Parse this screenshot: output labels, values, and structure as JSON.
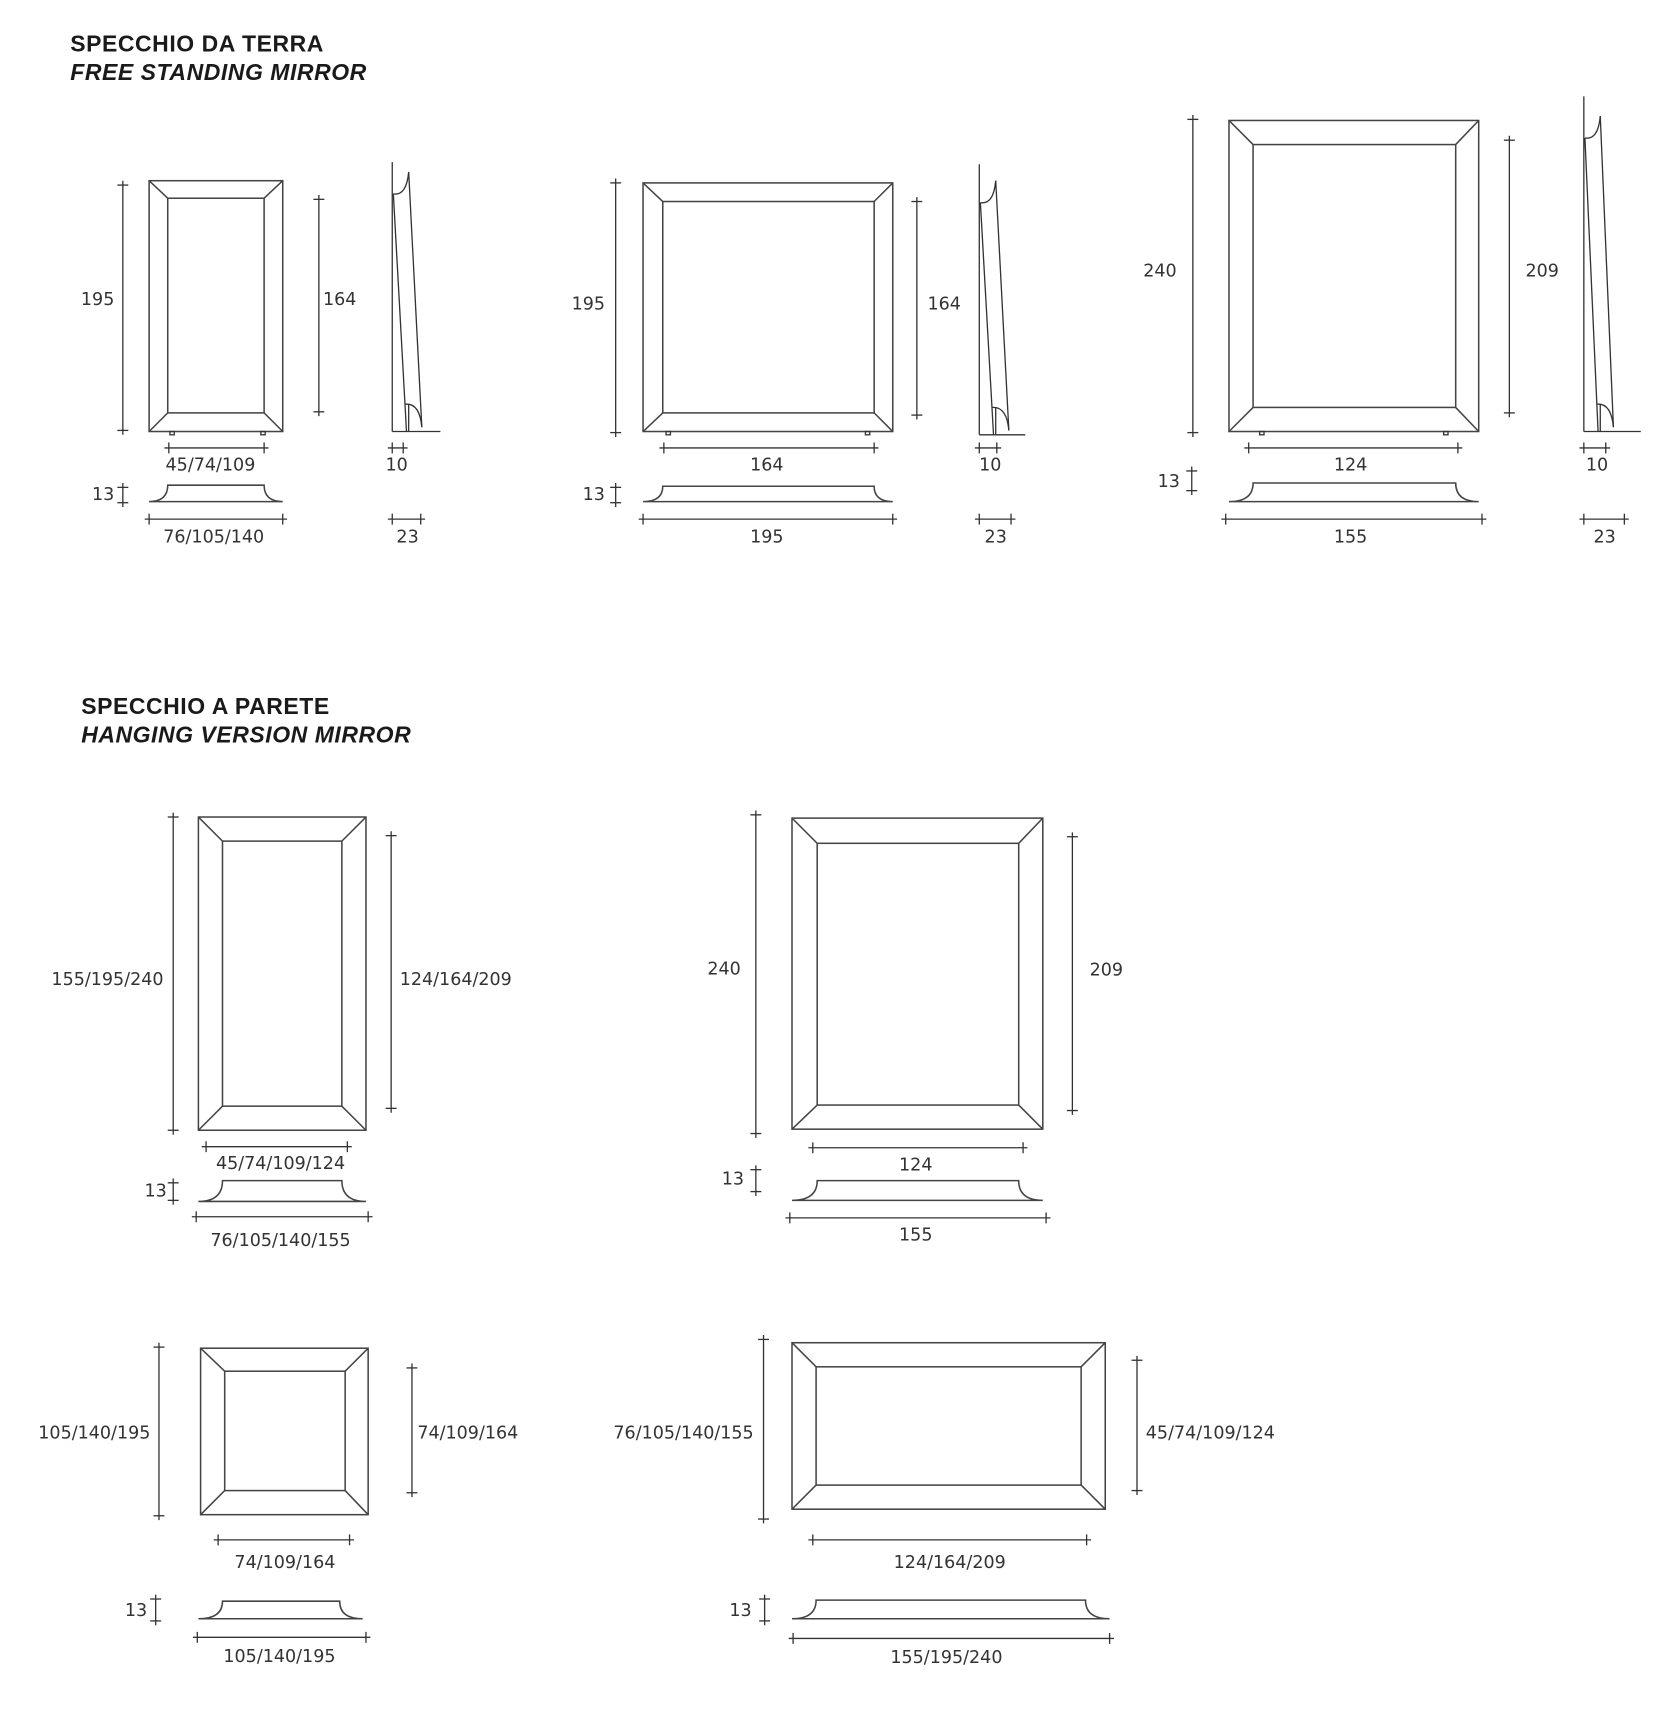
{
  "free_standing": {
    "title_it": "SPECCHIO DA TERRA",
    "title_en": "FREE STANDING MIRROR",
    "models": [
      {
        "height": "195",
        "inner_height": "164",
        "inner_width": "45/74/109",
        "depth": "13",
        "width": "76/105/140",
        "side_base": "10",
        "side_depth": "23"
      },
      {
        "height": "195",
        "inner_height": "164",
        "inner_width": "164",
        "depth": "13",
        "width": "195",
        "side_base": "10",
        "side_depth": "23"
      },
      {
        "height": "240",
        "inner_height": "209",
        "inner_width": "124",
        "depth": "13",
        "width": "155",
        "side_base": "10",
        "side_depth": "23"
      }
    ]
  },
  "hanging": {
    "title_it": "SPECCHIO A PARETE",
    "title_en": "HANGING VERSION MIRROR",
    "models": [
      {
        "height": "155/195/240",
        "inner_height": "124/164/209",
        "inner_width": "45/74/109/124",
        "depth": "13",
        "width": "76/105/140/155"
      },
      {
        "height": "240",
        "inner_height": "209",
        "inner_width": "124",
        "depth": "13",
        "width": "155"
      },
      {
        "height": "105/140/195",
        "inner_height": "74/109/164",
        "inner_width": "74/109/164",
        "depth": "13",
        "width": "105/140/195"
      },
      {
        "height": "76/105/140/155",
        "inner_height": "45/74/109/124",
        "inner_width": "124/164/209",
        "depth": "13",
        "width": "155/195/240"
      }
    ]
  }
}
